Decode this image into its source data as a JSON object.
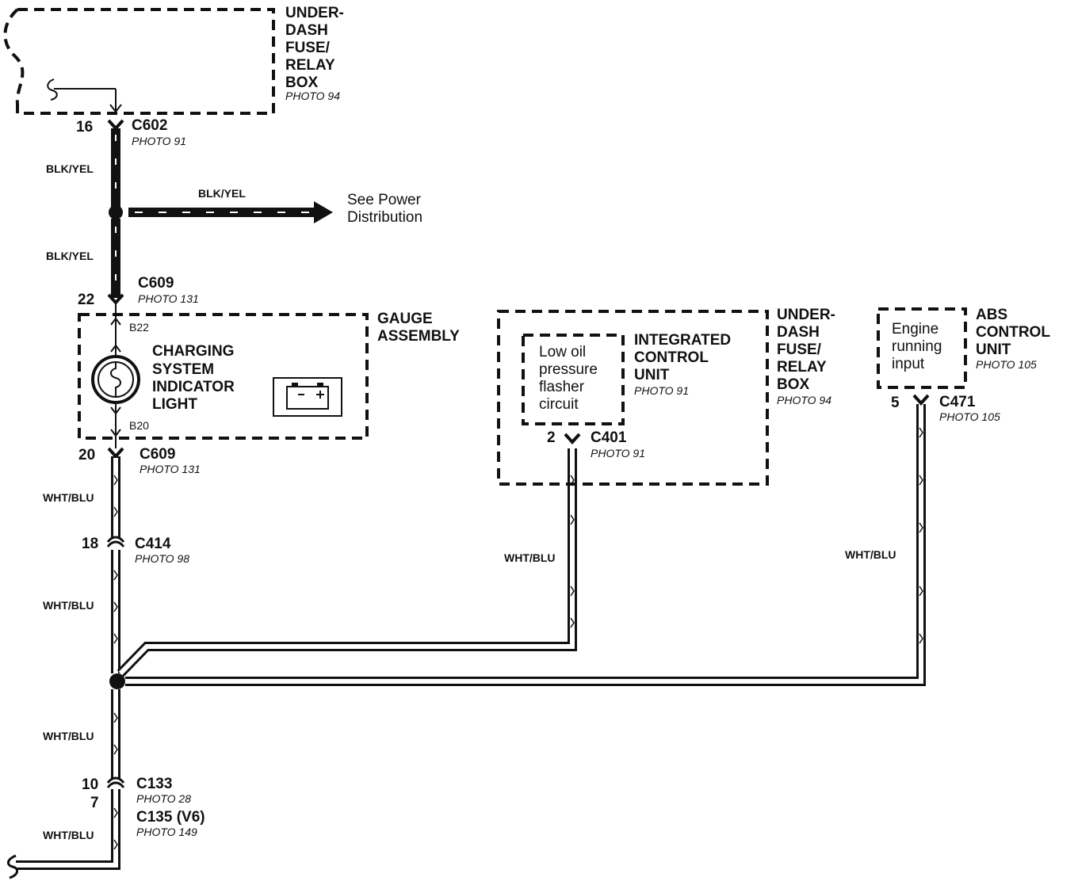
{
  "components": {
    "underdash_top": {
      "lines": [
        "UNDER-",
        "DASH",
        "FUSE/",
        "RELAY",
        "BOX"
      ],
      "photo": "PHOTO 94"
    },
    "gauge_assembly": {
      "lines": [
        "GAUGE",
        "ASSEMBLY"
      ]
    },
    "charging_light": {
      "lines": [
        "CHARGING",
        "SYSTEM",
        "INDICATOR",
        "LIGHT"
      ],
      "pin_top": "B22",
      "pin_bottom": "B20"
    },
    "icu": {
      "lines": [
        "INTEGRATED",
        "CONTROL",
        "UNIT"
      ],
      "photo": "PHOTO 91"
    },
    "low_oil": {
      "lines": [
        "Low oil",
        "pressure",
        "flasher",
        "circuit"
      ]
    },
    "underdash_right": {
      "lines": [
        "UNDER-",
        "DASH",
        "FUSE/",
        "RELAY",
        "BOX"
      ],
      "photo": "PHOTO 94"
    },
    "abs": {
      "lines": [
        "ABS",
        "CONTROL",
        "UNIT"
      ],
      "photo": "PHOTO 105"
    },
    "engine_input": {
      "lines": [
        "Engine",
        "running",
        "input"
      ]
    }
  },
  "connectors": {
    "c602": {
      "name": "C602",
      "photo": "PHOTO 91",
      "pin": "16"
    },
    "c609_top": {
      "name": "C609",
      "photo": "PHOTO 131",
      "pin": "22"
    },
    "c609_bottom": {
      "name": "C609",
      "photo": "PHOTO 131",
      "pin": "20"
    },
    "c414": {
      "name": "C414",
      "photo": "PHOTO 98",
      "pin": "18"
    },
    "c133": {
      "name": "C133",
      "photo": "PHOTO 28",
      "pin": "10"
    },
    "c135": {
      "name": "C135 (V6)",
      "photo": "PHOTO 149",
      "pin": "7"
    },
    "c401": {
      "name": "C401",
      "photo": "PHOTO 91",
      "pin": "2"
    },
    "c471": {
      "name": "C471",
      "photo": "PHOTO 105",
      "pin": "5"
    }
  },
  "wires": {
    "blk_yel_1": "BLK/YEL",
    "blk_yel_branch": "BLK/YEL",
    "blk_yel_2": "BLK/YEL",
    "wht_blu_1": "WHT/BLU",
    "wht_blu_2": "WHT/BLU",
    "wht_blu_icu": "WHT/BLU",
    "wht_blu_abs": "WHT/BLU",
    "wht_blu_3": "WHT/BLU",
    "wht_blu_4": "WHT/BLU"
  },
  "references": {
    "power": [
      "See Power",
      "Distribution"
    ]
  },
  "icons": [
    "fuse-symbol-icon",
    "bulb-icon",
    "battery-icon",
    "arrow-right-icon",
    "splice-icon",
    "ground-break-icon"
  ]
}
